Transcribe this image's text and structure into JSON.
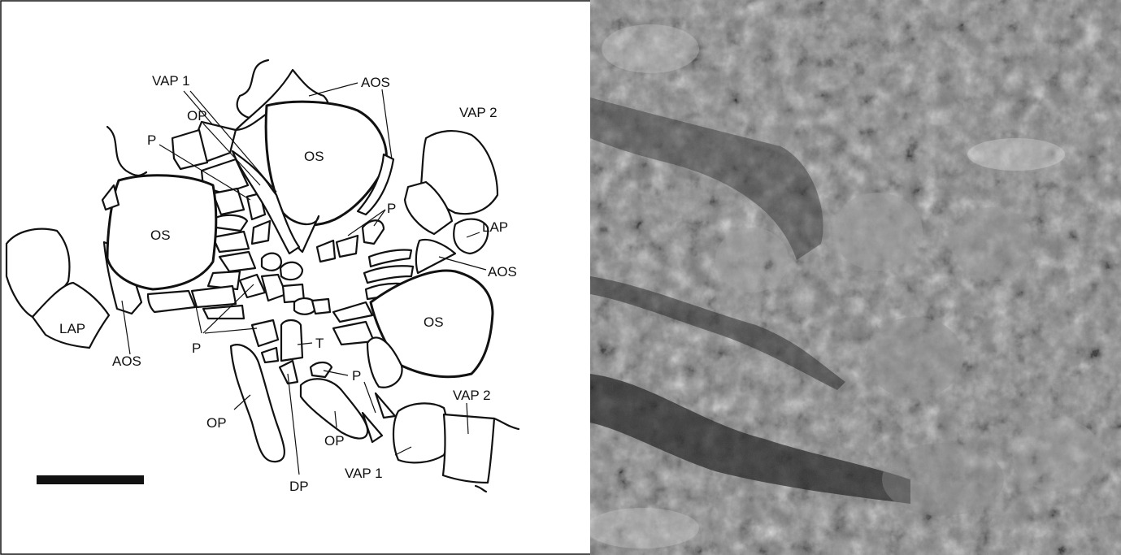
{
  "labels": {
    "vap1_top": "VAP 1",
    "aos_top": "AOS",
    "op_top": "OP",
    "vap2_top": "VAP 2",
    "p_left": "P",
    "os_center": "OS",
    "os_left": "OS",
    "p_right": "P",
    "lap_right": "LAP",
    "aos_right": "AOS",
    "os_right": "OS",
    "lap_left": "LAP",
    "aos_left": "AOS",
    "t_center": "T",
    "p_bottom_left": "P",
    "p_bottom": "P",
    "vap2_bottom": "VAP 2",
    "op_bottom_left": "OP",
    "op_bottom": "OP",
    "dp_bottom": "DP",
    "vap1_bottom": "VAP 1"
  },
  "colors": {
    "ink": "#111111",
    "background": "#ffffff",
    "scale_bar": "#111111",
    "photo_base": "#7d7d7d"
  }
}
